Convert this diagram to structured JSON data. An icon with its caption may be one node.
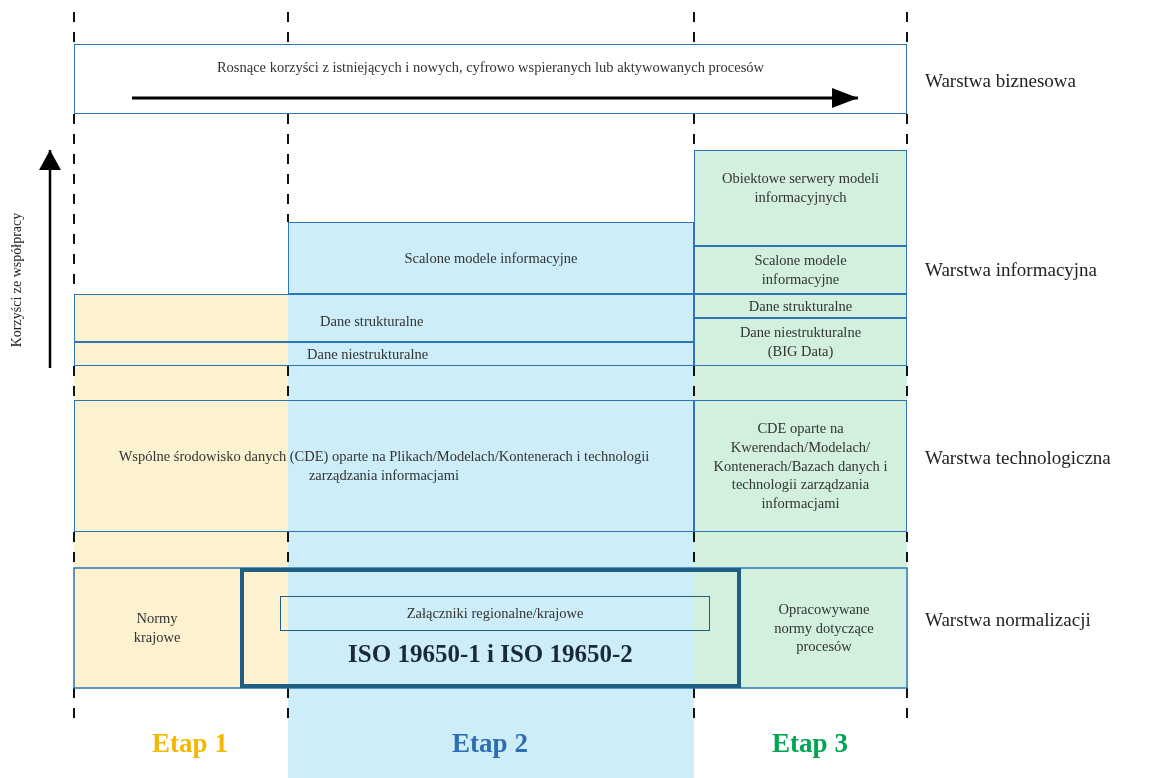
{
  "diagram": {
    "nodes": [
      {
        "text": [
          "Rosnące korzyści z istniejących i nowych, cyfrowo wspieranych lub aktywowanych procesów"
        ]
      },
      {
        "text": [
          "Scalone modele informacyjne"
        ]
      },
      {
        "text": [
          "Dane strukturalne"
        ]
      },
      {
        "text": [
          "Dane niestrukturalne"
        ]
      },
      {
        "text": [
          "Obiektowe serwery modeli informacyjnych"
        ]
      },
      {
        "text": [
          "Scalone modele informacyjne"
        ]
      },
      {
        "text": [
          "Dane strukturalne"
        ]
      },
      {
        "text": [
          "Dane niestrukturalne (BIG Data)"
        ]
      },
      {
        "text": [
          "Wspólne środowisko danych (CDE) oparte na Plikach/Modelach/Kontenerach i technologii zarządzania informacjami"
        ]
      },
      {
        "text": [
          "CDE oparte na Kwerendach/Modelach/ Kontenerach/Bazach danych i technologii zarządzania informacjami"
        ]
      },
      {
        "text": [
          "Normy krajowe"
        ]
      },
      {
        "text": [
          "ISO 19650-1 i ISO 19650-2"
        ]
      },
      {
        "text": [
          "Załączniki regionalne/krajowe"
        ],
        "in": 11
      },
      {
        "text": [
          "Opracowywane normy dotyczące procesów"
        ]
      }
    ],
    "labels": [
      "Warstwa biznesowa",
      "Korzyści ze współpracy",
      "Warstwa informacyjna",
      "Warstwa technologiczna",
      "Warstwa normalizacji",
      "Etap 1",
      "Etap 2",
      "Etap 3"
    ]
  }
}
